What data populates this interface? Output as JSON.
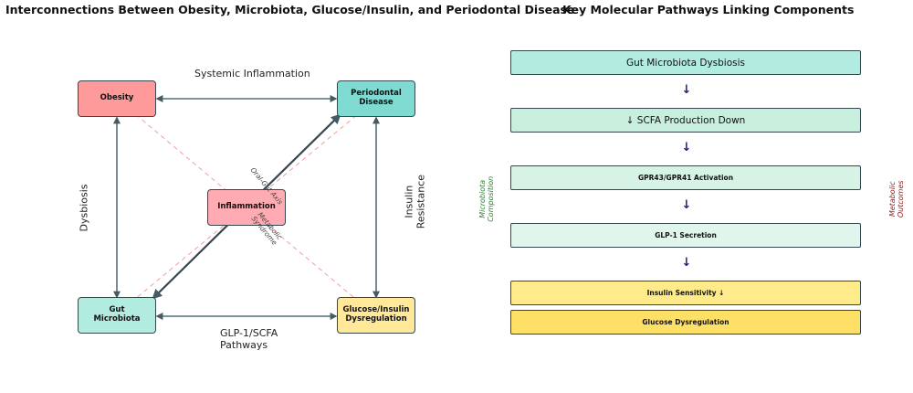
{
  "left_panel": {
    "title": "Interconnections Between Obesity, Microbiota, Glucose/Insulin, and Periodontal Disease",
    "nodes": {
      "obesity": "Obesity",
      "periodontal": "Periodontal\nDisease",
      "inflammation": "Inflammation",
      "gut": "Gut\nMicrobiota",
      "glucose": "Glucose/Insulin\nDysregulation"
    },
    "edge_labels": {
      "top": "Systemic Inflammation",
      "left": "Dysbiosis",
      "right": "Insulin\nResistance",
      "bottom": "GLP-1/SCFA\nPathways",
      "diag_upper": "Oral-Gut Axis",
      "diag_lower": "Metabolic\nSyndrome"
    }
  },
  "right_panel": {
    "title": "Key Molecular Pathways Linking Components",
    "steps": [
      {
        "label": "Gut Microbiota Dysbiosis",
        "color": "#b2ebe0"
      },
      {
        "label": "↓ SCFA Production Down",
        "color": "#c8eedd"
      },
      {
        "label": "GPR43/GPR41 Activation",
        "color": "#d6f3e6"
      },
      {
        "label": "GLP-1 Secretion",
        "color": "#e0f5ec"
      },
      {
        "label": "Insulin Sensitivity ↓",
        "color": "#ffeb8a"
      },
      {
        "label": "Glucose Dysregulation",
        "color": "#ffe066"
      }
    ],
    "arrow_glyph": "↓",
    "side_left": "Microbiota\nComposition",
    "side_right": "Metabolic\nOutcomes"
  },
  "colors": {
    "obesity": "#ff9a9a",
    "inflammation": "#ffabb3",
    "periodontal": "#7fdbd2",
    "gut": "#b2ebe0",
    "glucose": "#ffe999",
    "side_left": "#2e7d32",
    "side_right": "#8b1a1a"
  }
}
